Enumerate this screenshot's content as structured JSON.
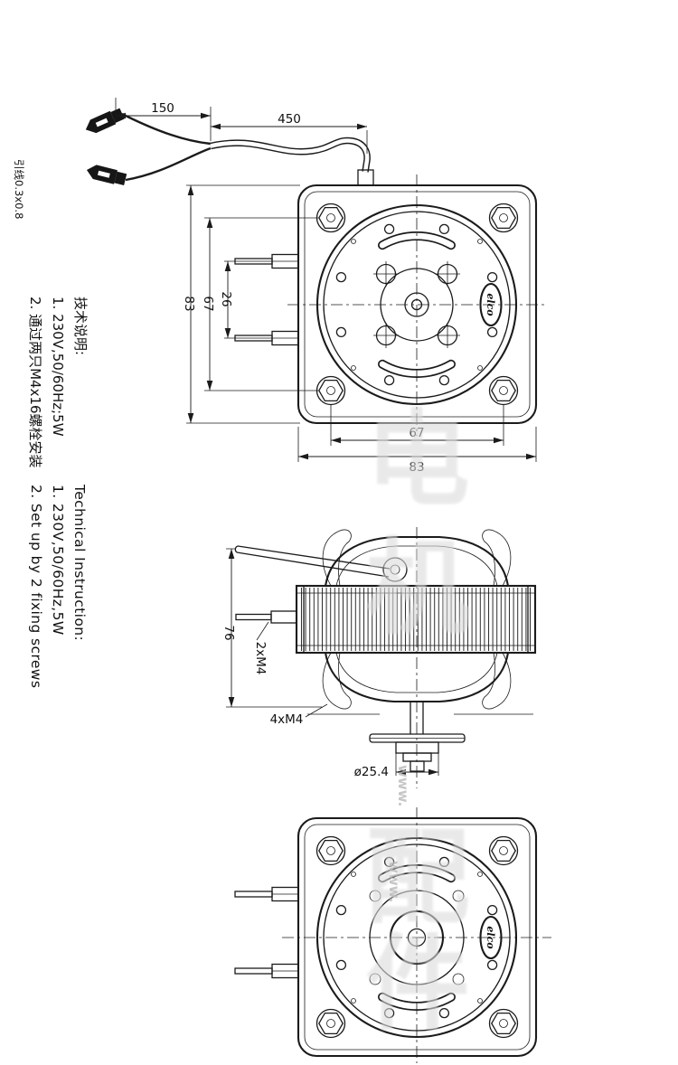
{
  "meta": {
    "background": "#ffffff",
    "ink": "#1b1b1b",
    "watermark_gray": "#dcdcdc"
  },
  "wire_label": "引线0.3x0.8",
  "notes_cn": {
    "title": "技术说明:",
    "item1": "1. 230V,50/60Hz;5W",
    "item2": "2. 通过两只M4x16螺栓安装"
  },
  "notes_en": {
    "title": "Technical Instruction:",
    "item1": "1. 230V,50/60Hz,5W",
    "item2": "2. Set up by 2 fixing screws"
  },
  "dims": {
    "wire_150": "150",
    "wire_450": "450",
    "pin_gap": "26",
    "hole_span_left": "67",
    "flange_left": "83",
    "hole_span_bottom": "67",
    "flange_bottom": "83",
    "shaft_len": "76",
    "pin_thread": "2xM4",
    "mount_thread": "4xM4",
    "hub_dia": "ø25.4"
  },
  "logo_text": "elco",
  "watermark": {
    "url_a": "www.",
    "url_b": "www.",
    "chars": [
      "电",
      "机",
      "配",
      "件"
    ]
  }
}
